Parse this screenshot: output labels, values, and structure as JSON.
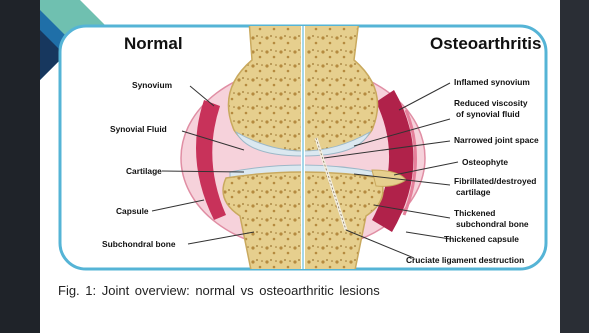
{
  "figure": {
    "left_heading": "Normal",
    "right_heading": "Osteoarthritis",
    "left_labels": [
      "Synovium",
      "Synovial Fluid",
      "Cartilage",
      "Capsule",
      "Subchondral bone"
    ],
    "right_labels": [
      "Inflamed synovium",
      "Reduced viscosity",
      "of synovial fluid",
      "Narrowed joint space",
      "Osteophyte",
      "Fibrillated/destroyed",
      "cartilage",
      "Thickened",
      "subchondral bone",
      "Thickened capsule",
      "Cruciate ligament destruction"
    ],
    "colors": {
      "bone": "#e6cf8e",
      "bone_spots": "#b58a3f",
      "cartilage": "#dbe8f0",
      "synovium": "#c8325a",
      "capsule": "#f2b8c6",
      "frame": "#55b4d6",
      "slide_accent_blue": "#1f6fa8",
      "slide_accent_dark": "#17375e",
      "slide_accent_teal": "#6fc0b0"
    }
  },
  "caption": "Fig. 1: Joint overview: normal vs osteoarthritic lesions"
}
